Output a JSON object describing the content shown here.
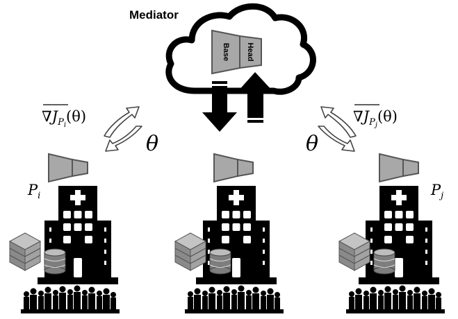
{
  "mediator": {
    "title": "Mediator",
    "model": {
      "base_label": "Base",
      "head_label": "Head"
    }
  },
  "links": {
    "left": {
      "gradient_parts": [
        "∇J",
        "P",
        "i",
        "(θ)"
      ],
      "param": "θ"
    },
    "right": {
      "gradient_parts": [
        "∇J",
        "P",
        "j",
        "(θ)"
      ],
      "param": "θ"
    }
  },
  "participants": [
    {
      "symbol": "P",
      "index": "i"
    },
    {
      "symbol": "",
      "index": ""
    },
    {
      "symbol": "P",
      "index": "j"
    }
  ],
  "colors": {
    "ink": "#000000",
    "model_fill": "#a8a8a8",
    "server_fill": "#8c8c8c"
  }
}
